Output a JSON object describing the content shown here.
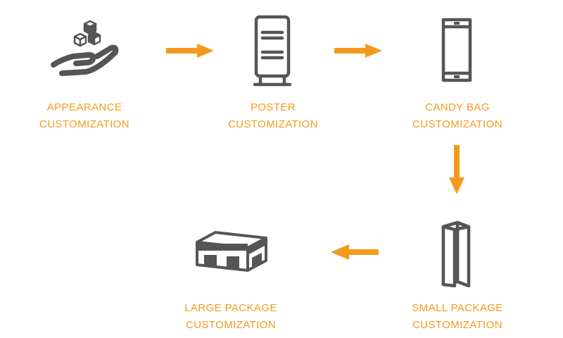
{
  "colors": {
    "accent": "#F39A1E",
    "icon": "#555555"
  },
  "steps": [
    {
      "icon": "hand-with-cubes-icon",
      "line1": "APPEARANCE",
      "line2": "CUSTOMIZATION"
    },
    {
      "icon": "poster-stand-icon",
      "line1": "POSTER",
      "line2": "CUSTOMIZATION"
    },
    {
      "icon": "candy-bag-icon",
      "line1": "CANDY BAG",
      "line2": "CUSTOMIZATION"
    },
    {
      "icon": "small-package-icon",
      "line1": "SMALL PACKAGE",
      "line2": "CUSTOMIZATION"
    },
    {
      "icon": "large-package-icon",
      "line1": "LARGE PACKAGE",
      "line2": "CUSTOMIZATION"
    }
  ],
  "arrows": [
    {
      "from": "APPEARANCE",
      "to": "POSTER",
      "direction": "right"
    },
    {
      "from": "POSTER",
      "to": "CANDY BAG",
      "direction": "right"
    },
    {
      "from": "CANDY BAG",
      "to": "SMALL PACKAGE",
      "direction": "down"
    },
    {
      "from": "SMALL PACKAGE",
      "to": "LARGE PACKAGE",
      "direction": "left"
    }
  ]
}
